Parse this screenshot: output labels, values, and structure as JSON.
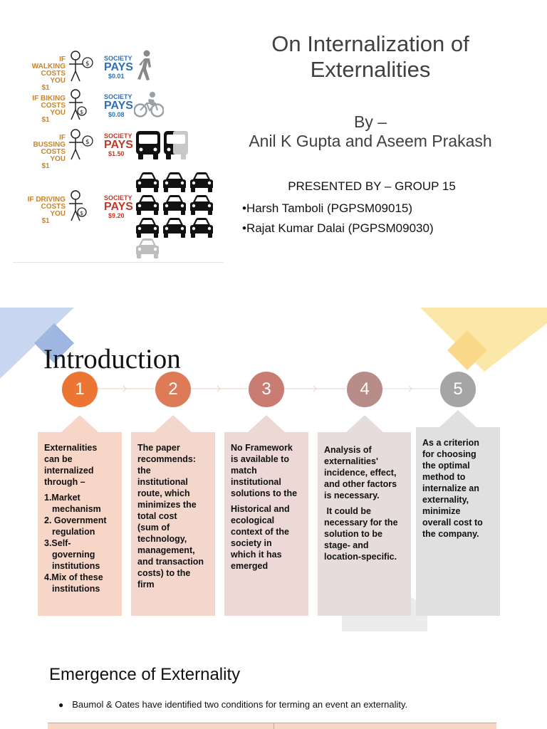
{
  "slide1": {
    "title": "On Internalization of Externalities",
    "byline": "By –",
    "authors": "Anil K Gupta and Aseem Prakash",
    "presented_by": "PRESENTED BY – GROUP 15",
    "members": [
      "•Harsh Tamboli (PGPSM09015)",
      "•Rajat Kumar Dalai (PGPSM09030)"
    ],
    "infographic": [
      {
        "if": "IF WALKING",
        "costs": "COSTS YOU",
        "you": "$1",
        "society": "SOCIETY",
        "pays": "PAYS",
        "amount": "$0.01",
        "color": "#2f6fb5",
        "icon": "walking-person-icon"
      },
      {
        "if": "IF BIKING",
        "costs": "COSTS YOU",
        "you": "$1",
        "society": "SOCIETY",
        "pays": "PAYS",
        "amount": "$0.08",
        "color": "#2f6fb5",
        "icon": "bicycle-icon"
      },
      {
        "if": "IF BUSSING",
        "costs": "COSTS YOU",
        "you": "$1",
        "society": "SOCIETY",
        "pays": "PAYS",
        "amount": "$1.50",
        "color": "#c0392b",
        "icon": "bus-icon"
      },
      {
        "if": "IF DRIVING",
        "costs": "COSTS YOU",
        "you": "$1",
        "society": "SOCIETY",
        "pays": "PAYS",
        "amount": "$9.20",
        "color": "#c0392b",
        "icon": "car-icon"
      }
    ]
  },
  "slide2": {
    "title": "Introduction",
    "steps": [
      {
        "num": "1",
        "color": "#ec7533",
        "box": "#f7d6c8"
      },
      {
        "num": "2",
        "color": "#dd7b56",
        "box": "#f3d6cc"
      },
      {
        "num": "3",
        "color": "#c97c72",
        "box": "#ecd8d4"
      },
      {
        "num": "4",
        "color": "#b88c88",
        "box": "#e6dcdb"
      },
      {
        "num": "5",
        "color": "#a5a5a5",
        "box": "#e0e0e0"
      }
    ],
    "box1": {
      "intro": [
        "Externalities",
        "can be",
        "internalized",
        "through –"
      ],
      "items": [
        [
          "1.Market",
          "mechanism"
        ],
        [
          "2. Government",
          "regulation"
        ],
        [
          "3.Self-",
          "governing",
          "institutions"
        ],
        [
          "4.Mix of these",
          "institutions"
        ]
      ]
    },
    "box2": [
      "The paper",
      "recommends:",
      "the",
      "institutional",
      "route, which",
      "minimizes the",
      "total cost",
      "(sum of",
      "technology,",
      "management,",
      "and transaction",
      "costs) to the",
      "firm"
    ],
    "box3a": [
      "No Framework",
      "is available to",
      "match",
      "institutional",
      "solutions to the"
    ],
    "box3b": [
      "Historical and",
      "ecological",
      "context of the",
      "society in",
      "which it has",
      "emerged"
    ],
    "box4a": [
      "Analysis of",
      "externalities'",
      "incidence, effect,",
      "and other factors",
      "is necessary."
    ],
    "box4b": [
      " It could be",
      "necessary for the",
      "solution to be",
      "stage- and",
      "location-specific."
    ],
    "box5": [
      "As a criterion",
      "for choosing",
      "the optimal",
      "method to",
      "internalize an",
      "externality,",
      "minimize",
      "overall cost to",
      "the company."
    ]
  },
  "slide3": {
    "title": "Emergence of Externality",
    "bullet": "Baumol & Oates have identified two conditions for terming an event an externality."
  }
}
